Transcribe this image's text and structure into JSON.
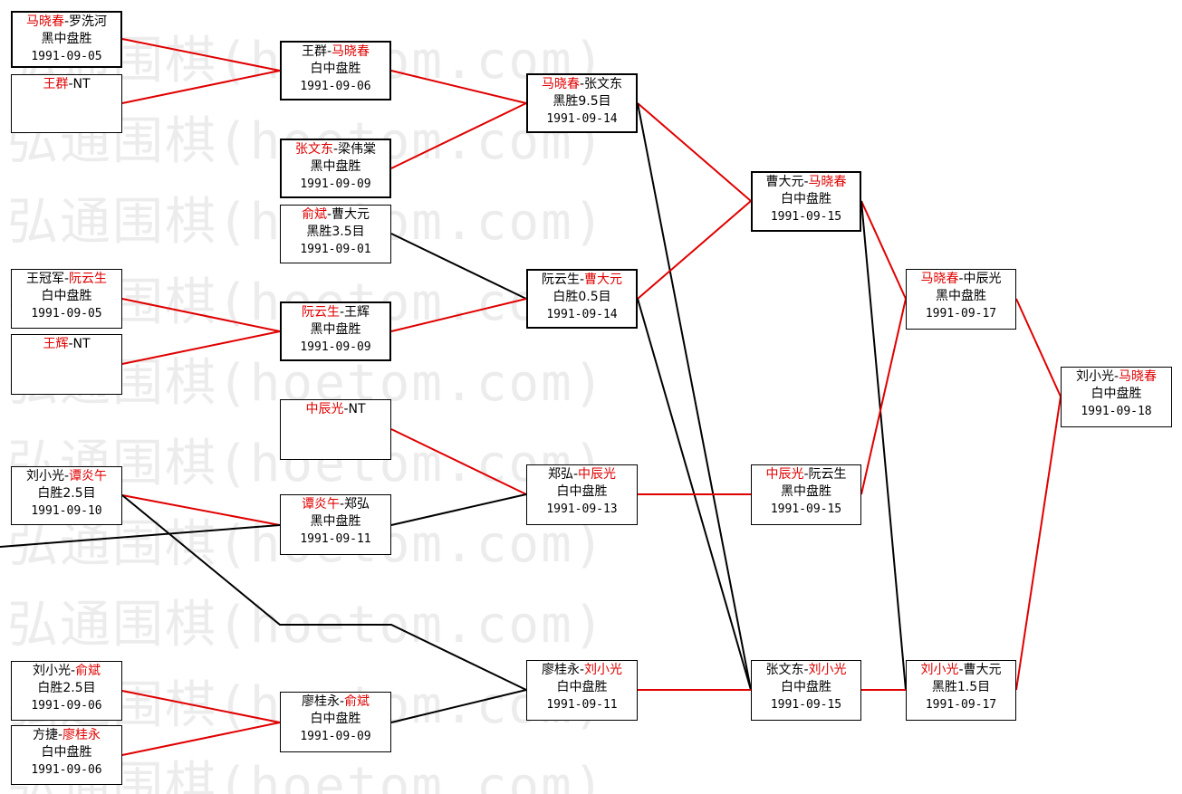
{
  "watermark": "弘通围棋(hoetom.com)",
  "colors": {
    "winner": "#e00000",
    "line_win": "#e00000",
    "line_other": "#000000"
  },
  "games": [
    {
      "id": "g1",
      "p1": "马晓春",
      "p2": "罗洗河",
      "winner": 1,
      "result": "黑中盘胜",
      "date": "1991-09-05"
    },
    {
      "id": "g2",
      "p1": "王群",
      "p2": "NT",
      "winner": 1,
      "result": "",
      "date": ""
    },
    {
      "id": "g3",
      "p1": "王群",
      "p2": "马晓春",
      "winner": 2,
      "result": "白中盘胜",
      "date": "1991-09-06"
    },
    {
      "id": "g4",
      "p1": "张文东",
      "p2": "梁伟棠",
      "winner": 1,
      "result": "黑中盘胜",
      "date": "1991-09-09"
    },
    {
      "id": "g5",
      "p1": "俞斌",
      "p2": "曹大元",
      "winner": 1,
      "result": "黑胜3.5目",
      "date": "1991-09-01"
    },
    {
      "id": "g6",
      "p1": "王冠军",
      "p2": "阮云生",
      "winner": 2,
      "result": "白中盘胜",
      "date": "1991-09-05"
    },
    {
      "id": "g7",
      "p1": "王辉",
      "p2": "NT",
      "winner": 1,
      "result": "",
      "date": ""
    },
    {
      "id": "g8",
      "p1": "阮云生",
      "p2": "王辉",
      "winner": 1,
      "result": "黑中盘胜",
      "date": "1991-09-09"
    },
    {
      "id": "g9",
      "p1": "中辰光",
      "p2": "NT",
      "winner": 1,
      "result": "",
      "date": ""
    },
    {
      "id": "g10",
      "p1": "刘小光",
      "p2": "谭炎午",
      "winner": 2,
      "result": "白胜2.5目",
      "date": "1991-09-10"
    },
    {
      "id": "g11",
      "p1": "谭炎午",
      "p2": "郑弘",
      "winner": 1,
      "result": "黑中盘胜",
      "date": "1991-09-11"
    },
    {
      "id": "g12",
      "p1": "刘小光",
      "p2": "俞斌",
      "winner": 2,
      "result": "白胜2.5目",
      "date": "1991-09-06"
    },
    {
      "id": "g13",
      "p1": "方捷",
      "p2": "廖桂永",
      "winner": 2,
      "result": "白中盘胜",
      "date": "1991-09-06"
    },
    {
      "id": "g14",
      "p1": "廖桂永",
      "p2": "俞斌",
      "winner": 2,
      "result": "白中盘胜",
      "date": "1991-09-09"
    },
    {
      "id": "g15",
      "p1": "马晓春",
      "p2": "张文东",
      "winner": 1,
      "result": "黑胜9.5目",
      "date": "1991-09-14"
    },
    {
      "id": "g16",
      "p1": "阮云生",
      "p2": "曹大元",
      "winner": 2,
      "result": "白胜0.5目",
      "date": "1991-09-14"
    },
    {
      "id": "g17",
      "p1": "郑弘",
      "p2": "中辰光",
      "winner": 2,
      "result": "白中盘胜",
      "date": "1991-09-13"
    },
    {
      "id": "g18",
      "p1": "廖桂永",
      "p2": "刘小光",
      "winner": 2,
      "result": "白中盘胜",
      "date": "1991-09-11"
    },
    {
      "id": "g19",
      "p1": "曹大元",
      "p2": "马晓春",
      "winner": 2,
      "result": "白中盘胜",
      "date": "1991-09-15"
    },
    {
      "id": "g20",
      "p1": "中辰光",
      "p2": "阮云生",
      "winner": 1,
      "result": "黑中盘胜",
      "date": "1991-09-15"
    },
    {
      "id": "g21",
      "p1": "张文东",
      "p2": "刘小光",
      "winner": 2,
      "result": "白中盘胜",
      "date": "1991-09-15"
    },
    {
      "id": "g22",
      "p1": "马晓春",
      "p2": "中辰光",
      "winner": 1,
      "result": "黑中盘胜",
      "date": "1991-09-17"
    },
    {
      "id": "g23",
      "p1": "刘小光",
      "p2": "曹大元",
      "winner": 1,
      "result": "黑胜1.5目",
      "date": "1991-09-17"
    },
    {
      "id": "g24",
      "p1": "刘小光",
      "p2": "马晓春",
      "winner": 2,
      "result": "白中盘胜",
      "date": "1991-09-18"
    }
  ],
  "connections": [
    {
      "from": "g1",
      "to": "g3",
      "win": true
    },
    {
      "from": "g2",
      "to": "g3",
      "win": true
    },
    {
      "from": "g3",
      "to": "g15",
      "win": true
    },
    {
      "from": "g4",
      "to": "g15",
      "win": true
    },
    {
      "from": "g5",
      "to": "g16",
      "win": false
    },
    {
      "from": "g6",
      "to": "g8",
      "win": true
    },
    {
      "from": "g7",
      "to": "g8",
      "win": true
    },
    {
      "from": "g8",
      "to": "g16",
      "win": true
    },
    {
      "from": "g9",
      "to": "g17",
      "win": true
    },
    {
      "from": "g10",
      "to": "g11",
      "win": true
    },
    {
      "from": "g10",
      "to": "g18",
      "win": false
    },
    {
      "from": "g11",
      "to": "g17",
      "win": false
    },
    {
      "from": "g11",
      "to": "left-edge",
      "win": false
    },
    {
      "from": "g12",
      "to": "g14",
      "win": true
    },
    {
      "from": "g13",
      "to": "g14",
      "win": true
    },
    {
      "from": "g14",
      "to": "g18",
      "win": false
    },
    {
      "from": "g15",
      "to": "g19",
      "win": true
    },
    {
      "from": "g15",
      "to": "g21",
      "win": false
    },
    {
      "from": "g16",
      "to": "g19",
      "win": true
    },
    {
      "from": "g16",
      "to": "g21",
      "win": false
    },
    {
      "from": "g17",
      "to": "g20",
      "win": true
    },
    {
      "from": "g18",
      "to": "g21",
      "win": true
    },
    {
      "from": "g19",
      "to": "g22",
      "win": true
    },
    {
      "from": "g19",
      "to": "g23",
      "win": false
    },
    {
      "from": "g20",
      "to": "g22",
      "win": true
    },
    {
      "from": "g21",
      "to": "g23",
      "win": true
    },
    {
      "from": "g22",
      "to": "g24",
      "win": true
    },
    {
      "from": "g23",
      "to": "g24",
      "win": true
    }
  ]
}
